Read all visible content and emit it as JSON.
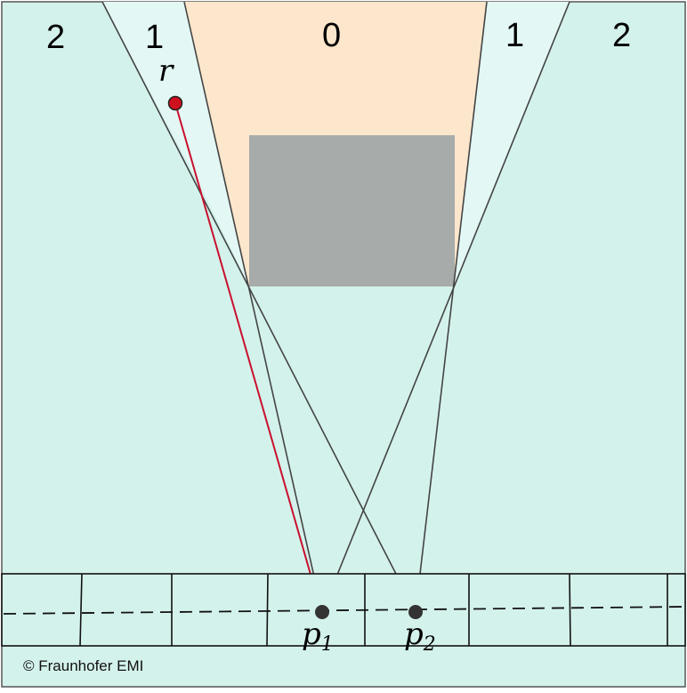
{
  "zones": {
    "left_outer": "2",
    "left_inner": "1",
    "center": "0",
    "right_inner": "1",
    "right_outer": "2"
  },
  "points": {
    "r": {
      "label": "r",
      "color": "#d0101c"
    },
    "p1": {
      "label": "p",
      "subscript": "1",
      "color": "#333333"
    },
    "p2": {
      "label": "p",
      "subscript": "2",
      "color": "#333333"
    }
  },
  "colors": {
    "background": "#d4f2ec",
    "zone_1": "#e3f8f5",
    "zone_0": "#fde7cc",
    "obstacle": "#a7abaa",
    "lines": "#444444",
    "ray": "#c8102e"
  },
  "credit": "© Fraunhofer EMI"
}
